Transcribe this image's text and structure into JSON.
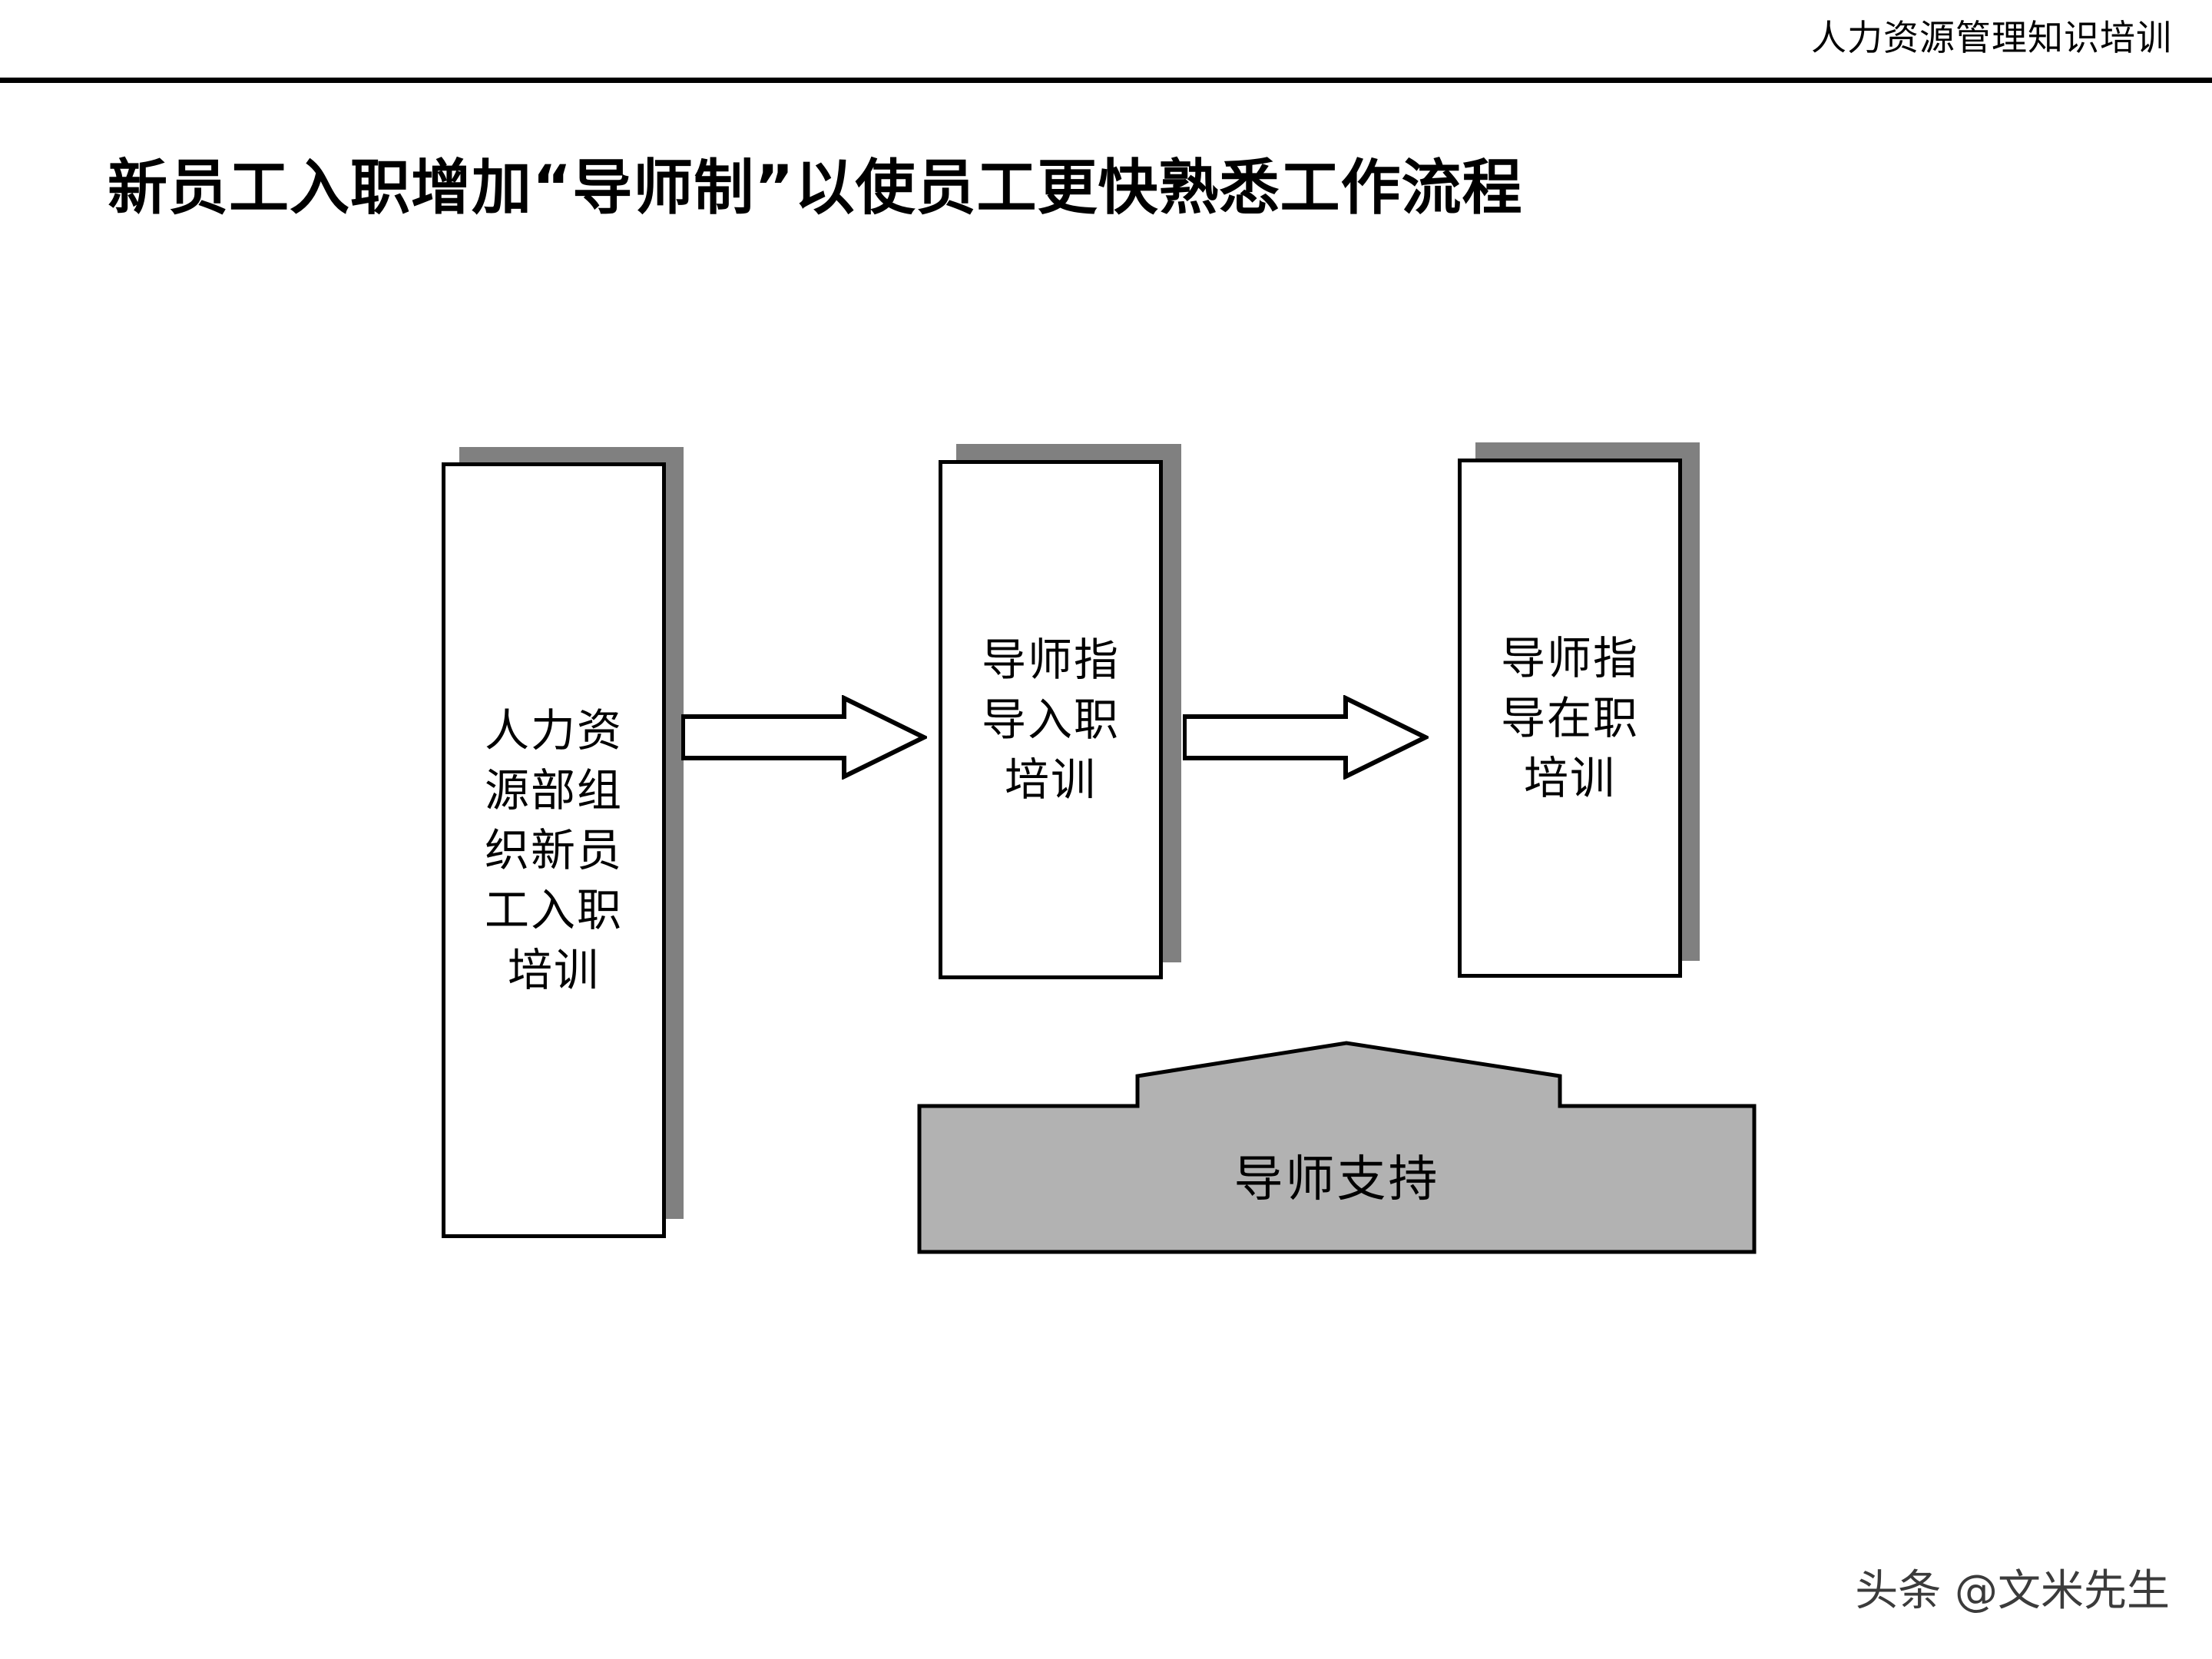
{
  "header": {
    "title": "人力资源管理知识培训"
  },
  "title": "新员工入职增加“导师制”以使员工更快熟悉工作流程",
  "diagram": {
    "nodes": [
      {
        "id": "node-hr-orientation",
        "label": "人力资\n源部组\n织新员\n工入职\n培训"
      },
      {
        "id": "node-mentor-onboarding",
        "label": "导师指\n导入职\n培训"
      },
      {
        "id": "node-mentor-onjob",
        "label": "导师指\n导在职\n培训"
      }
    ],
    "arrows": [
      {
        "id": "arrow-1",
        "direction": "right"
      },
      {
        "id": "arrow-2",
        "direction": "right"
      }
    ],
    "support": {
      "label": "导师支持",
      "fill": "#B2B2B2",
      "stroke": "#000000"
    },
    "colors": {
      "box_fill": "#FFFFFF",
      "box_stroke": "#000000",
      "shadow": "#808080",
      "support_fill": "#B2B2B2"
    }
  },
  "watermark": "头条 @文米先生"
}
